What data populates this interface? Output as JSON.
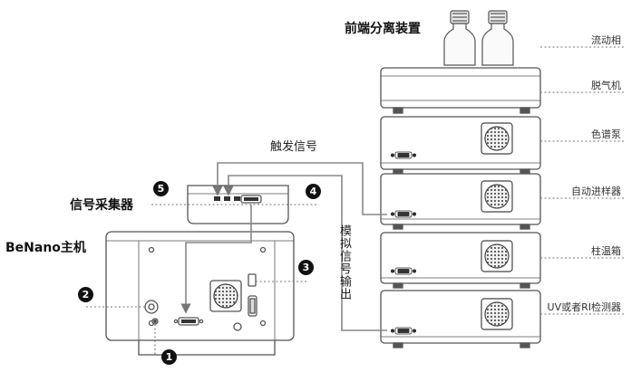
{
  "front_device": {
    "title": "前端分离装置"
  },
  "modules": [
    {
      "label": "流动相"
    },
    {
      "label": "脱气机"
    },
    {
      "label": "色谱泵"
    },
    {
      "label": "自动进样器"
    },
    {
      "label": "柱温箱"
    },
    {
      "label": "UV或者RI检测器"
    }
  ],
  "signals": {
    "trigger": "触发信号",
    "analog_output": "模拟信号输出"
  },
  "collector": {
    "title": "信号采集器"
  },
  "host": {
    "title": "BeNano主机"
  },
  "markers": [
    "5",
    "4",
    "3",
    "2",
    "1"
  ],
  "colors": {
    "line": "#888888",
    "dotted": "#777777",
    "device_edge": "#555555"
  }
}
